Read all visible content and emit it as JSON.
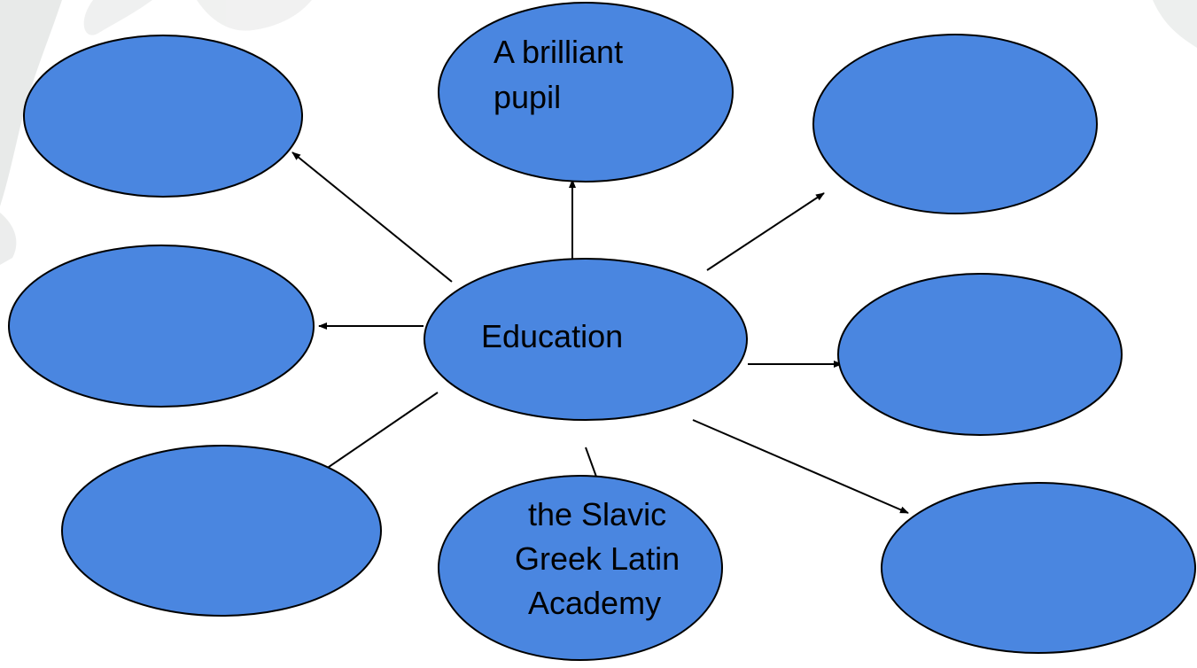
{
  "diagram": {
    "colors": {
      "node_fill": "#4a86e0",
      "node_stroke": "#000000",
      "arrow": "#000000",
      "background_texture": "#d7d9d8"
    },
    "center": {
      "text": "Education"
    },
    "nodes": {
      "top": {
        "lines": [
          "A brilliant",
          "pupil"
        ]
      },
      "bottom": {
        "lines": [
          "the Slavic",
          "Greek Latin",
          "Academy"
        ]
      },
      "top_left": {
        "lines": []
      },
      "middle_left": {
        "lines": []
      },
      "bottom_left": {
        "lines": []
      },
      "top_right": {
        "lines": []
      },
      "middle_right": {
        "lines": []
      },
      "bottom_right": {
        "lines": []
      }
    }
  }
}
